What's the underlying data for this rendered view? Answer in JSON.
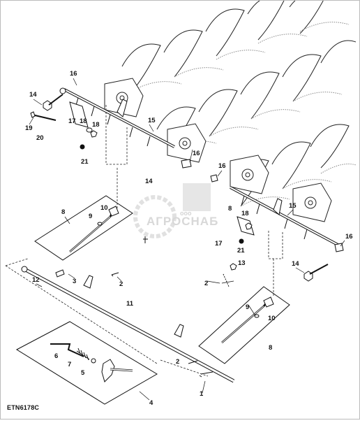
{
  "diagram": {
    "code": "ETN6178C",
    "watermark": {
      "brand": "АГРОСНАБ",
      "prefix": "ооо",
      "colors": {
        "text": "#d4d4d4",
        "logo": "#dedede"
      }
    },
    "callouts": [
      {
        "id": "c16a",
        "text": "16"
      },
      {
        "id": "c14a",
        "text": "14"
      },
      {
        "id": "c19",
        "text": "19"
      },
      {
        "id": "c20",
        "text": "20"
      },
      {
        "id": "c17a",
        "text": "17"
      },
      {
        "id": "c18a",
        "text": "18"
      },
      {
        "id": "c18b",
        "text": "18"
      },
      {
        "id": "c21a",
        "text": "21"
      },
      {
        "id": "c15a",
        "text": "15"
      },
      {
        "id": "c16b",
        "text": "16"
      },
      {
        "id": "c14b",
        "text": "14"
      },
      {
        "id": "c16c",
        "text": "16"
      },
      {
        "id": "c8a",
        "text": "8"
      },
      {
        "id": "c10a",
        "text": "10"
      },
      {
        "id": "c9a",
        "text": "9"
      },
      {
        "id": "c8b",
        "text": "8"
      },
      {
        "id": "c18c",
        "text": "18"
      },
      {
        "id": "c15b",
        "text": "15"
      },
      {
        "id": "c16d",
        "text": "16"
      },
      {
        "id": "c17b",
        "text": "17"
      },
      {
        "id": "c21b",
        "text": "21"
      },
      {
        "id": "c13",
        "text": "13"
      },
      {
        "id": "c14c",
        "text": "14"
      },
      {
        "id": "c12",
        "text": "12"
      },
      {
        "id": "c3",
        "text": "3"
      },
      {
        "id": "c2a",
        "text": "2"
      },
      {
        "id": "c2b",
        "text": "2"
      },
      {
        "id": "c11",
        "text": "11"
      },
      {
        "id": "c9b",
        "text": "9"
      },
      {
        "id": "c10b",
        "text": "10"
      },
      {
        "id": "c8c",
        "text": "8"
      },
      {
        "id": "c2c",
        "text": "2"
      },
      {
        "id": "c6",
        "text": "6"
      },
      {
        "id": "c7",
        "text": "7"
      },
      {
        "id": "c5",
        "text": "5"
      },
      {
        "id": "c4",
        "text": "4"
      },
      {
        "id": "c1",
        "text": "1"
      }
    ]
  }
}
